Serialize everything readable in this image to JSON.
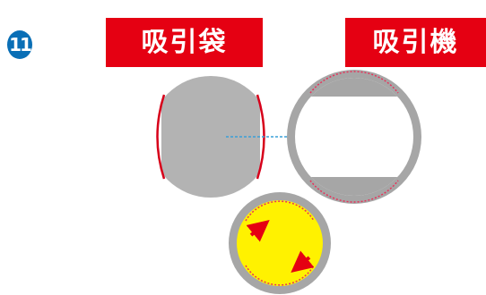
{
  "step_number": "11",
  "labels": {
    "bag": "吸引袋",
    "machine": "吸引機"
  },
  "colors": {
    "badge": "#0a6fb6",
    "label_bg": "#e50012",
    "bag_gray": "#b3b3b3",
    "ring_gray": "#a6a6a6",
    "dashed_red": "#e8325a",
    "dashed_blue": "#3aa0d8",
    "yellow": "#fff200",
    "arrow_red": "#e50012"
  },
  "icons": {
    "insert_direction": "dashed-arrow-line",
    "rotate_arrows": "curved-arrows"
  }
}
